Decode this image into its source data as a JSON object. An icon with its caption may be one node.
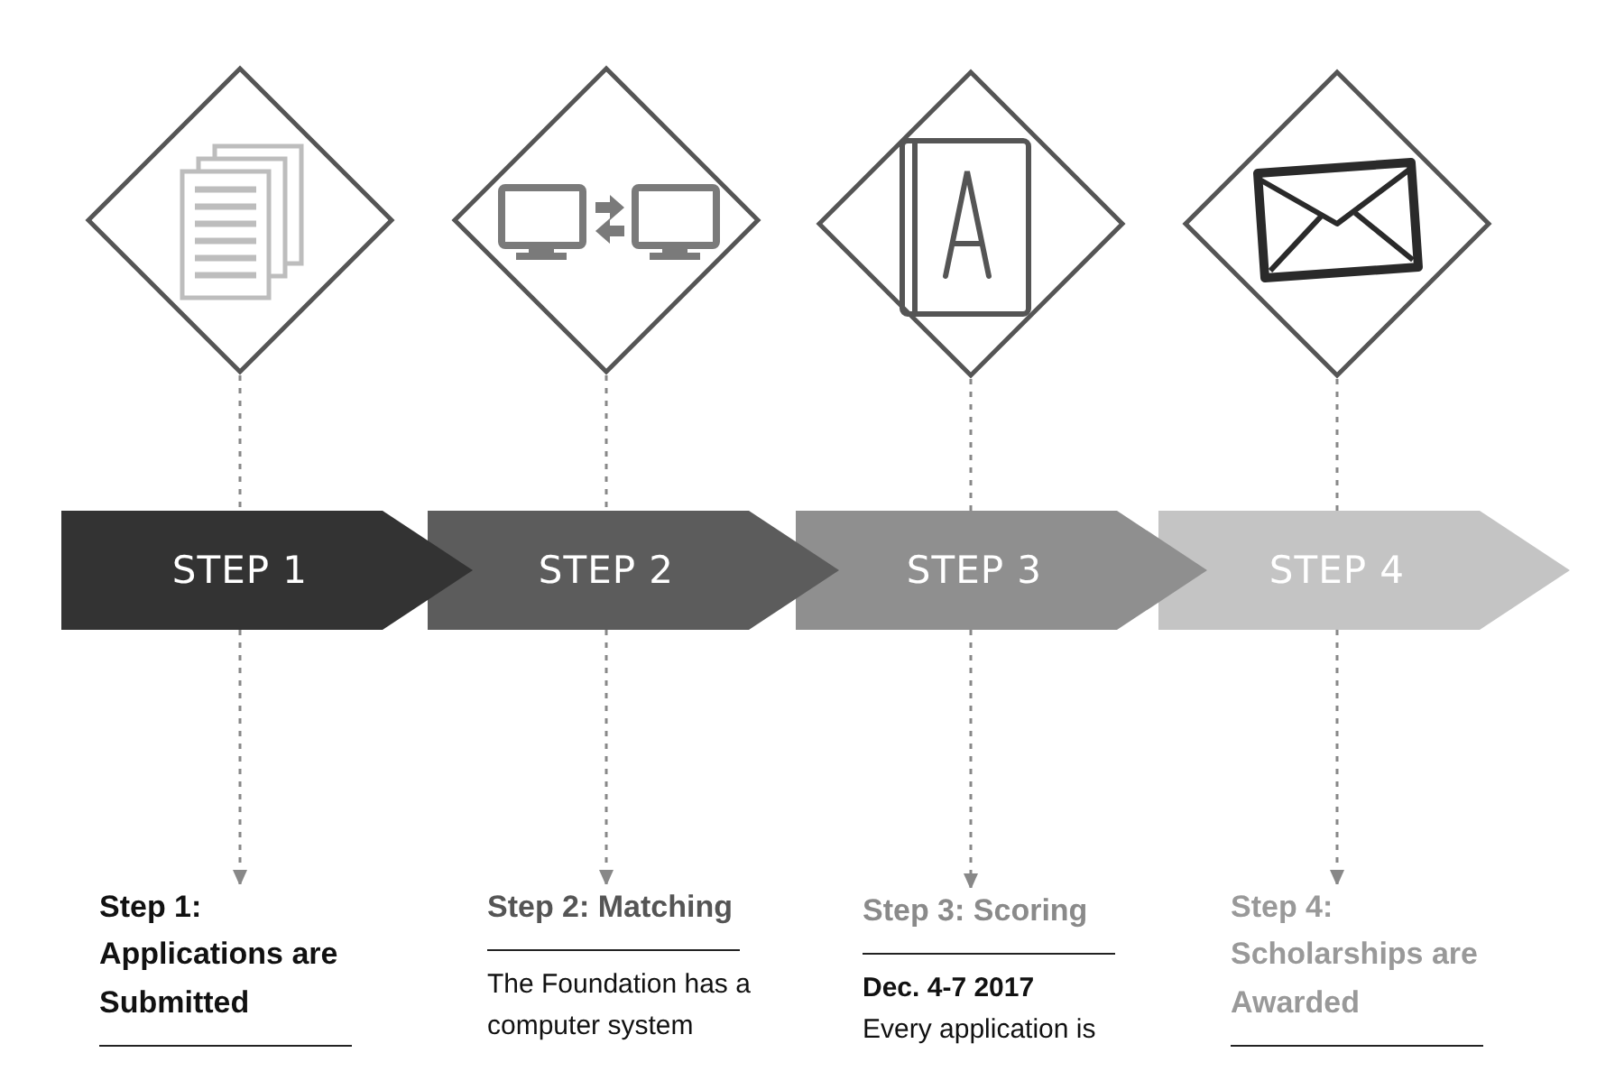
{
  "diagram": {
    "nodes": [
      {
        "text": [],
        "shape": "diamond"
      },
      {
        "text": [],
        "shape": "diamond"
      },
      {
        "text": [],
        "shape": "diamond"
      },
      {
        "text": [],
        "shape": "diamond"
      },
      {
        "text": [
          "STEP 1"
        ]
      },
      {
        "text": [
          "STEP 2"
        ]
      },
      {
        "text": [
          "STEP 3"
        ]
      },
      {
        "text": [
          "STEP 4"
        ]
      },
      {
        "text": [
          "Step 1: Applications are Submitted"
        ]
      },
      {
        "text": [
          "Step 2: Matching",
          "The Foundation has a computer system"
        ]
      },
      {
        "text": [
          "Step 3: Scoring",
          "Dec. 4-7 2017",
          "Every application is"
        ]
      },
      {
        "text": [
          "Step 4: Scholarships are Awarded"
        ]
      }
    ],
    "edges": [
      {
        "from": 0,
        "to": 4,
        "arrow": "none",
        "style": "dashed"
      },
      {
        "from": 4,
        "to": 8,
        "arrow": "to",
        "style": "dashed"
      },
      {
        "from": 1,
        "to": 5,
        "arrow": "none",
        "style": "dashed"
      },
      {
        "from": 5,
        "to": 9,
        "arrow": "to",
        "style": "dashed"
      },
      {
        "from": 2,
        "to": 6,
        "arrow": "none",
        "style": "dashed"
      },
      {
        "from": 6,
        "to": 10,
        "arrow": "to",
        "style": "dashed"
      },
      {
        "from": 3,
        "to": 7,
        "arrow": "none",
        "style": "dashed"
      },
      {
        "from": 7,
        "to": 11,
        "arrow": "to",
        "style": "dashed"
      }
    ]
  }
}
